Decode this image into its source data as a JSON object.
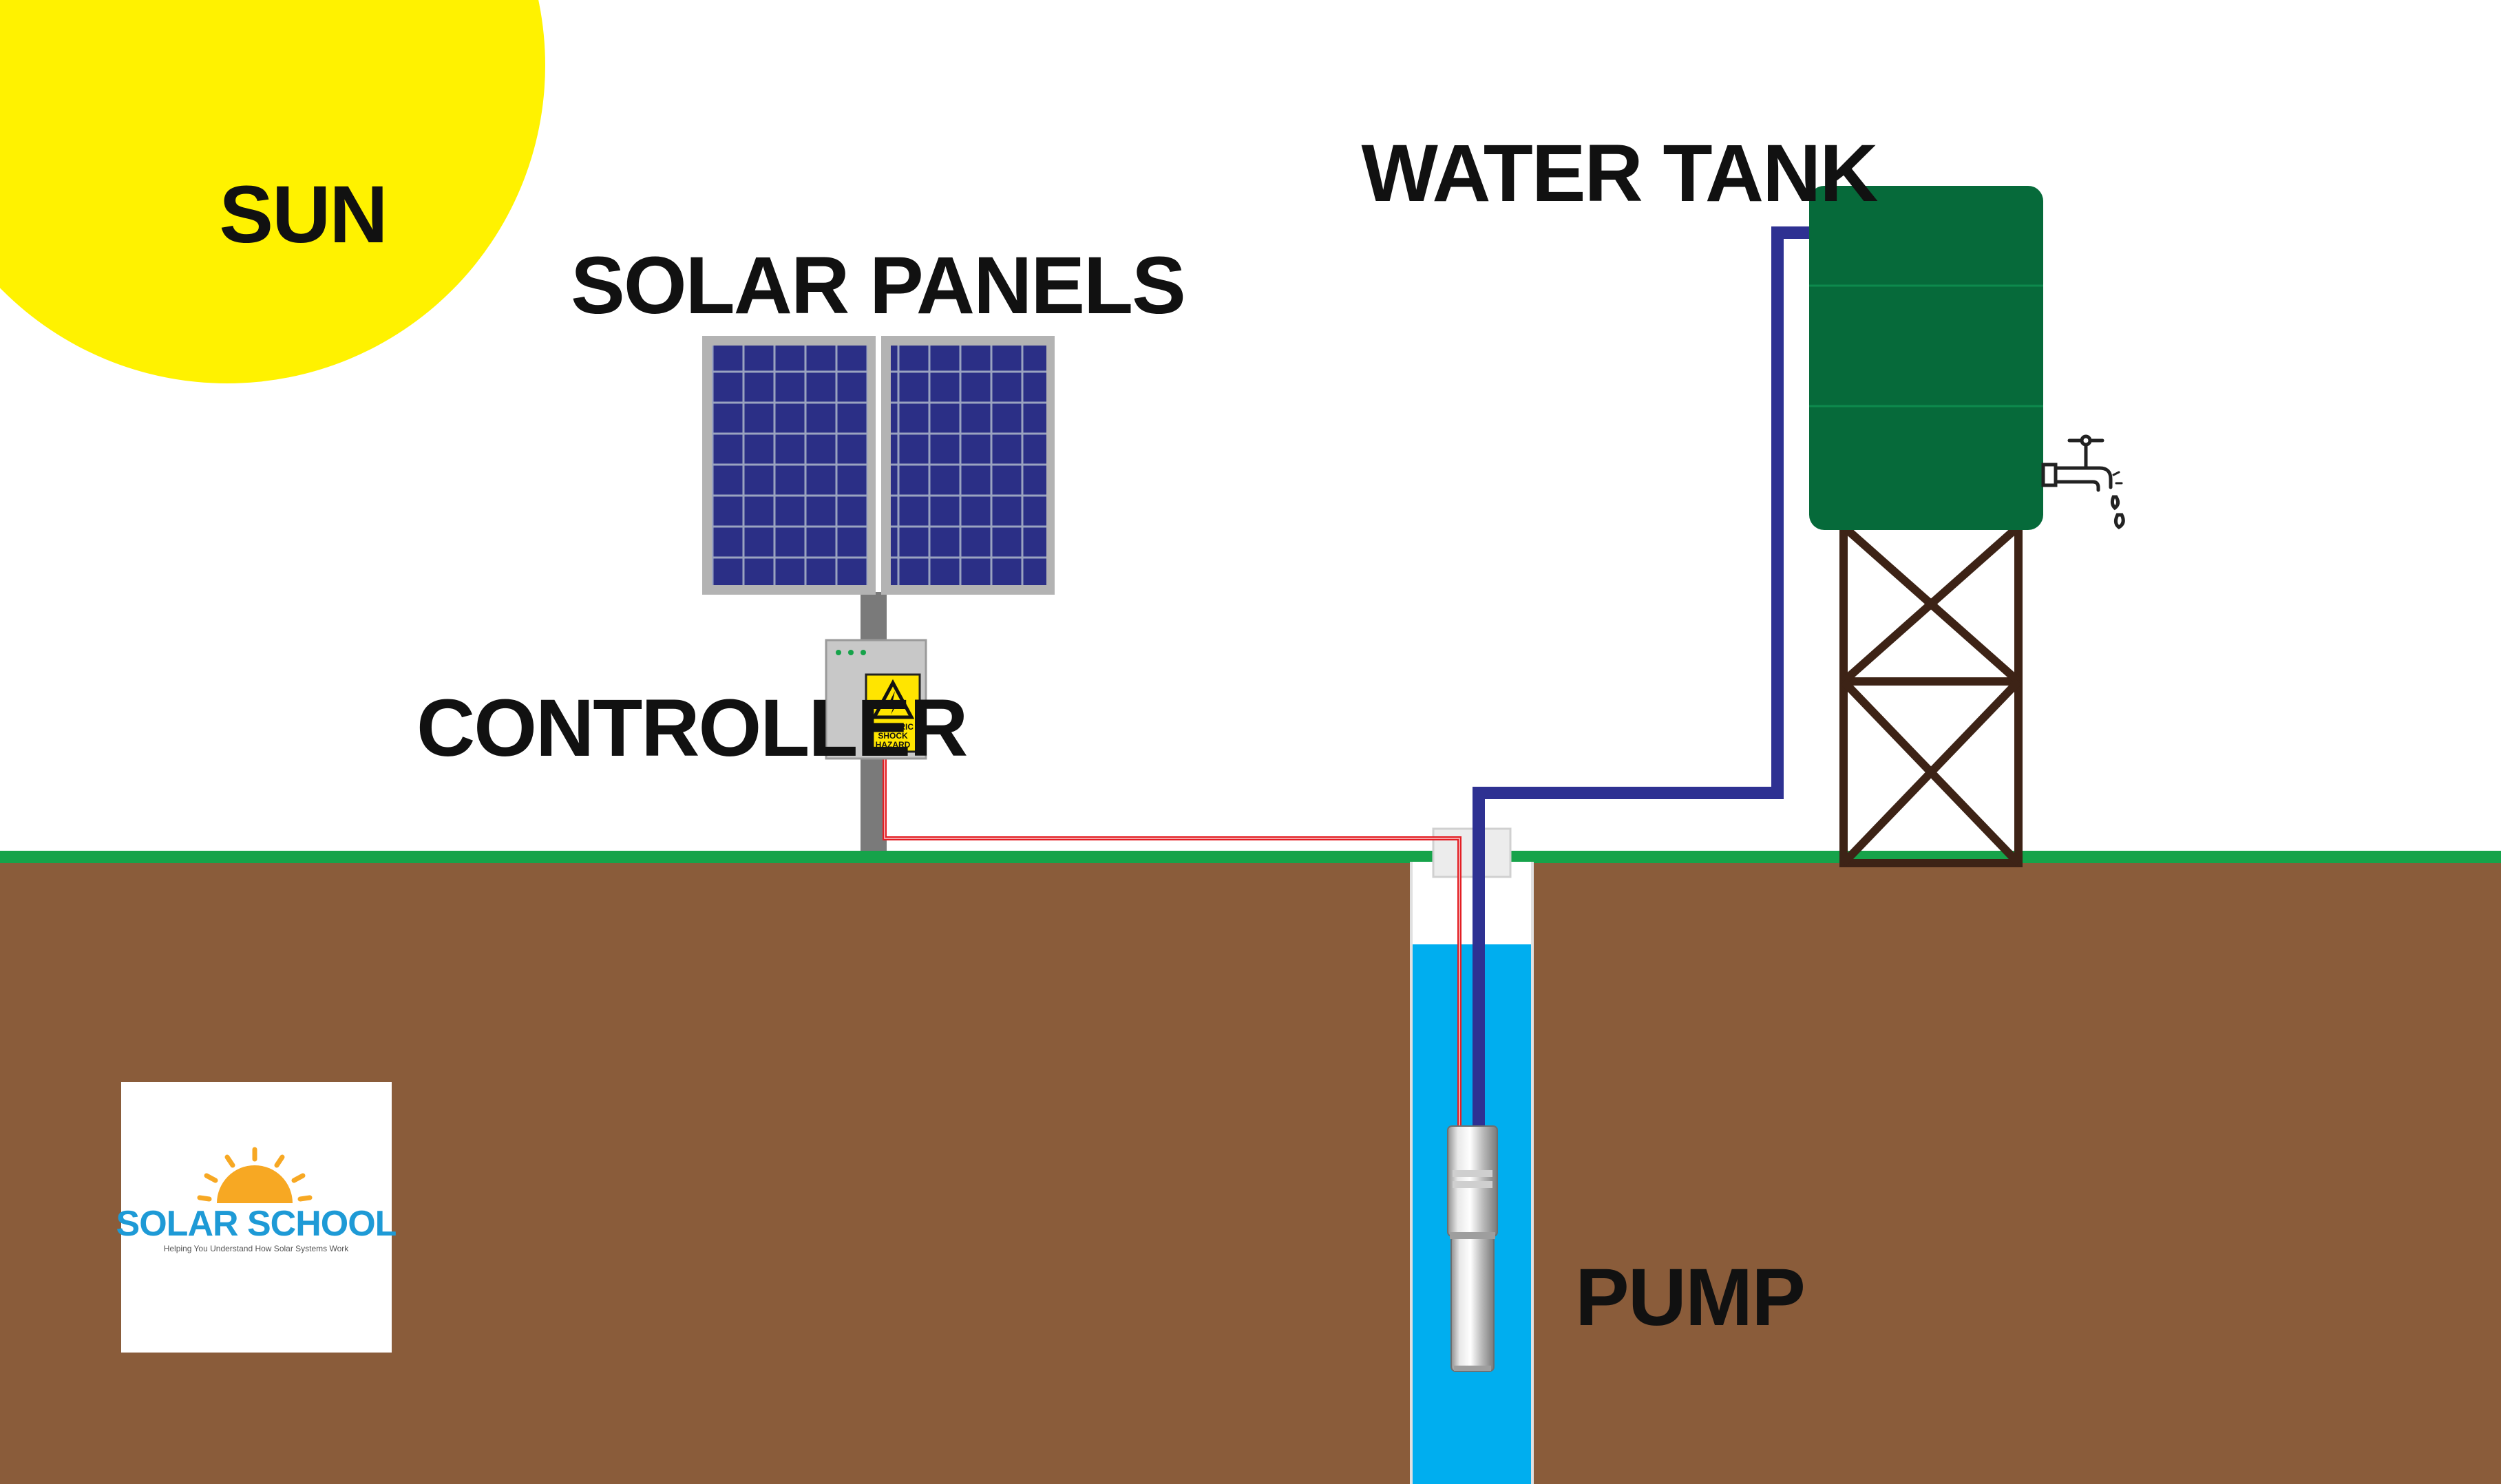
{
  "labels": {
    "sun": "SUN",
    "solar_panels": "SOLAR PANELS",
    "controller": "CONTROLLER",
    "water_tank": "WATER TANK",
    "pump": "PUMP"
  },
  "hazard_sign": {
    "line1": "ELECTRIC",
    "line2": "SHOCK",
    "line3": "HAZARD"
  },
  "logo": {
    "title": "SOLAR SCHOOL",
    "tagline": "Helping You Understand How Solar Systems Work"
  },
  "icons": [
    "sun",
    "solar-panel",
    "controller-box",
    "hazard-icon",
    "water-tank",
    "tap-icon",
    "submersible-pump",
    "sunrise-logo-icon"
  ],
  "colors": {
    "sun": "#fff200",
    "sky": "#ffffff",
    "grass": "#16a34a",
    "soil": "#8a5c3a",
    "well_water": "#00aeef",
    "tank": "#066a3a",
    "tower": "#3d2316",
    "water_pipe": "#2e3192",
    "power_cable": "#e31e24",
    "panel_cells": "#2b2f86",
    "panel_frame": "#b3b3b3",
    "pole": "#7a7a7a",
    "logo_text": "#1e9ad6",
    "logo_sun": "#f7a823"
  }
}
